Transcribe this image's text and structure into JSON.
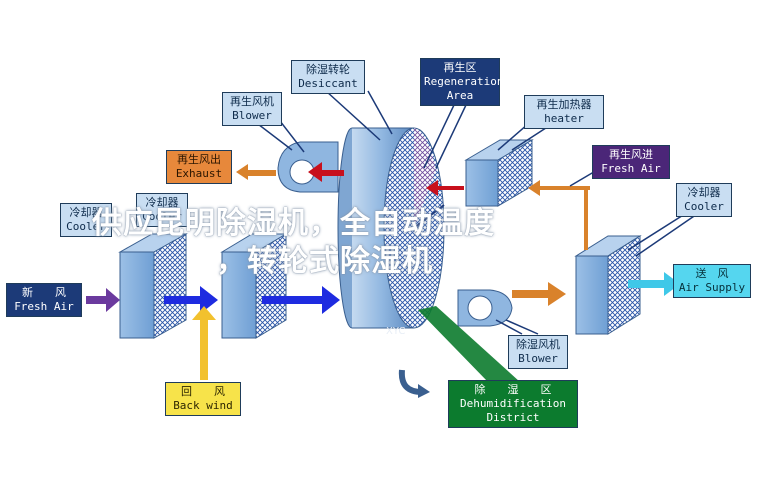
{
  "labels": {
    "desiccant_wheel": {
      "zh": "除湿转轮",
      "en": "Desiccant"
    },
    "regeneration_area": {
      "zh": "再生区",
      "en": "Regeneration Area"
    },
    "regen_blower": {
      "zh": "再生风机",
      "en": "Blower"
    },
    "regen_heater": {
      "zh": "再生加热器",
      "en": "heater"
    },
    "regen_exhaust": {
      "zh": "再生风出",
      "en": "Exhaust"
    },
    "regen_fresh_air": {
      "zh": "再生风进",
      "en": "Fresh Air"
    },
    "cooler_right": {
      "zh": "冷却器",
      "en": "Cooler"
    },
    "cooler_left_1": {
      "zh": "冷却器",
      "en": "Cooler"
    },
    "cooler_left_2": {
      "zh": "冷却器",
      "en": "Cooler"
    },
    "fresh_air": {
      "zh": "新　　风",
      "en": "Fresh Air"
    },
    "air_supply": {
      "zh": "送　风",
      "en": "Air Supply"
    },
    "back_wind": {
      "zh": "回　　风",
      "en": "Back wind"
    },
    "dehumid_blower": {
      "zh": "除湿风机",
      "en": "Blower"
    },
    "dehumid_district": {
      "zh": "除　　湿　　区",
      "en": "Dehumidification District"
    }
  },
  "overlay": {
    "line1": "供应昆明除湿机，全自动温度",
    "line2": "，转轮式除湿机"
  },
  "watermark": "XYC",
  "colors": {
    "flow_blue": "#1e2be0",
    "flow_red": "#c8101c",
    "flow_orange": "#d9822b",
    "flow_yellow": "#f2c12e",
    "flow_purple": "#6b3a9e",
    "flow_cyan": "#3fc8e8",
    "wheel": "#8fb6e0",
    "coil": "#6f9fd4"
  }
}
